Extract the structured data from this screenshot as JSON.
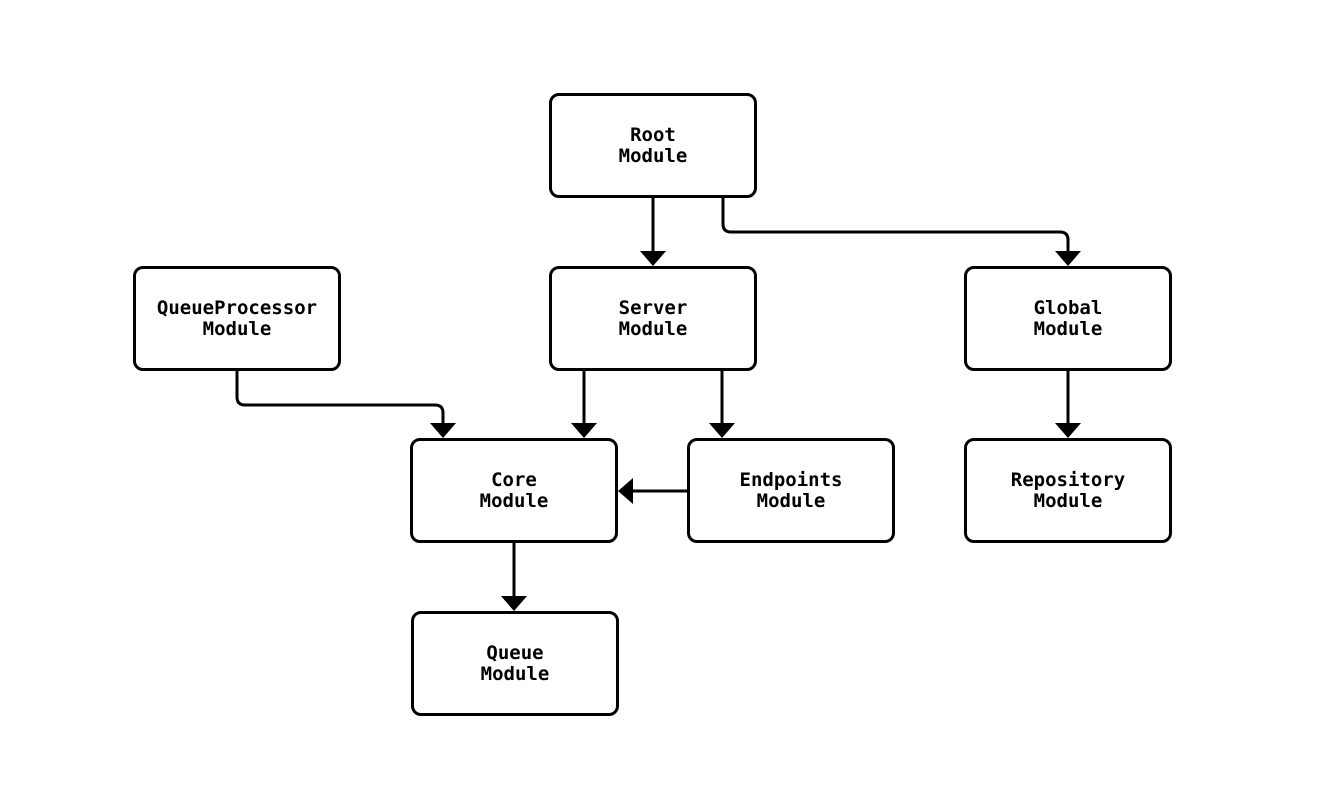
{
  "diagram": {
    "type": "flowchart",
    "background_color": "#ffffff",
    "node_fill_color": "#ffffff",
    "node_border_color": "#000000",
    "edge_color": "#000000",
    "text_color": "#000000",
    "nodes": [
      {
        "id": "root",
        "label": "Root\nModule"
      },
      {
        "id": "queueprocessor",
        "label": "QueueProcessor\nModule"
      },
      {
        "id": "server",
        "label": "Server\nModule"
      },
      {
        "id": "global",
        "label": "Global\nModule"
      },
      {
        "id": "core",
        "label": "Core\nModule"
      },
      {
        "id": "endpoints",
        "label": "Endpoints\nModule"
      },
      {
        "id": "repository",
        "label": "Repository\nModule"
      },
      {
        "id": "queue",
        "label": "Queue\nModule"
      }
    ],
    "edges": [
      {
        "from": "root",
        "to": "server"
      },
      {
        "from": "root",
        "to": "global"
      },
      {
        "from": "queueprocessor",
        "to": "core"
      },
      {
        "from": "server",
        "to": "core"
      },
      {
        "from": "server",
        "to": "endpoints"
      },
      {
        "from": "endpoints",
        "to": "core"
      },
      {
        "from": "global",
        "to": "repository"
      },
      {
        "from": "core",
        "to": "queue"
      }
    ]
  }
}
